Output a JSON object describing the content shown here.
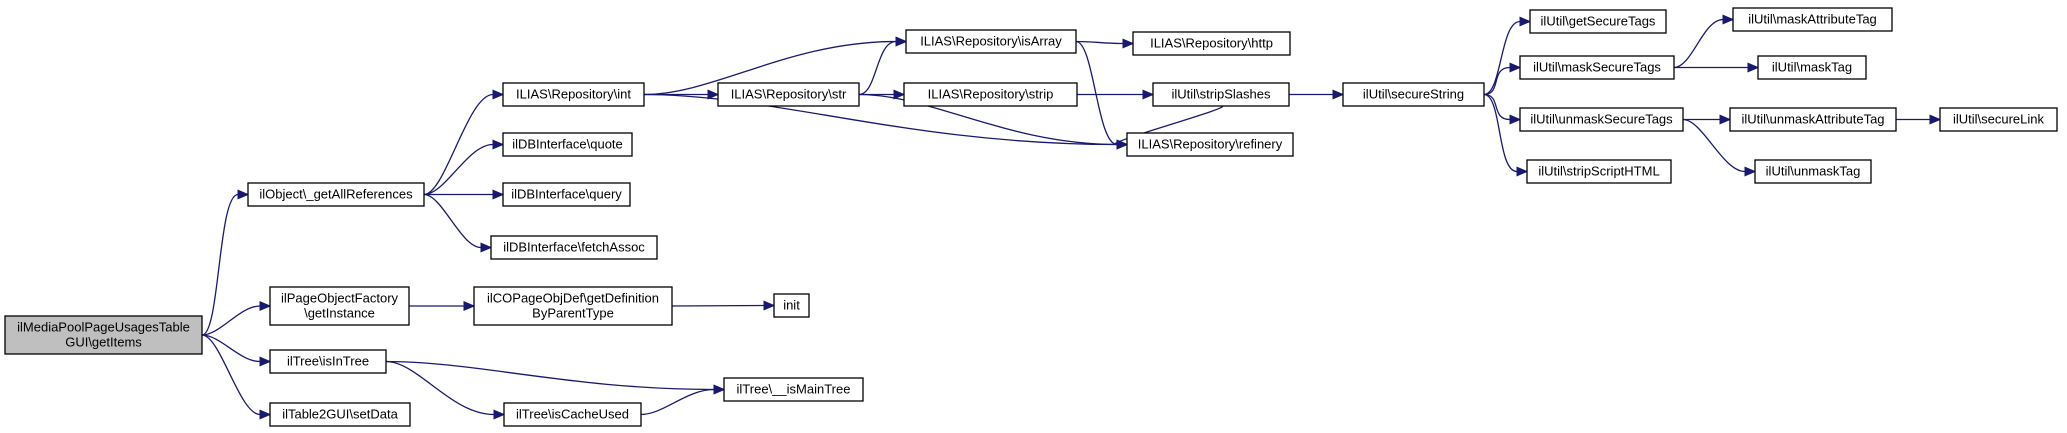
{
  "graph": {
    "nodes": [
      {
        "id": "root",
        "lines": [
          "ilMediaPoolPageUsagesTable",
          "GUI\\getItems"
        ],
        "root": true
      },
      {
        "id": "getAllRefs",
        "lines": [
          "ilObject\\_getAllReferences"
        ]
      },
      {
        "id": "pageObjFactory",
        "lines": [
          "ilPageObjectFactory",
          "\\getInstance"
        ]
      },
      {
        "id": "isInTree",
        "lines": [
          "ilTree\\isInTree"
        ]
      },
      {
        "id": "setData",
        "lines": [
          "ilTable2GUI\\setData"
        ]
      },
      {
        "id": "repoInt",
        "lines": [
          "ILIAS\\Repository\\int"
        ]
      },
      {
        "id": "dbQuote",
        "lines": [
          "ilDBInterface\\quote"
        ]
      },
      {
        "id": "dbQuery",
        "lines": [
          "ilDBInterface\\query"
        ]
      },
      {
        "id": "dbFetch",
        "lines": [
          "ilDBInterface\\fetchAssoc"
        ]
      },
      {
        "id": "getDef",
        "lines": [
          "ilCOPageObjDef\\getDefinition",
          "ByParentType"
        ]
      },
      {
        "id": "init",
        "lines": [
          "init"
        ]
      },
      {
        "id": "isCacheUsed",
        "lines": [
          "ilTree\\isCacheUsed"
        ]
      },
      {
        "id": "isMainTree",
        "lines": [
          "ilTree\\__isMainTree"
        ]
      },
      {
        "id": "repoStr",
        "lines": [
          "ILIAS\\Repository\\str"
        ]
      },
      {
        "id": "repoIsArray",
        "lines": [
          "ILIAS\\Repository\\isArray"
        ]
      },
      {
        "id": "repoStrip",
        "lines": [
          "ILIAS\\Repository\\strip"
        ]
      },
      {
        "id": "repoRefinery",
        "lines": [
          "ILIAS\\Repository\\refinery"
        ]
      },
      {
        "id": "repoHttp",
        "lines": [
          "ILIAS\\Repository\\http"
        ]
      },
      {
        "id": "stripSlashes",
        "lines": [
          "ilUtil\\stripSlashes"
        ]
      },
      {
        "id": "secureString",
        "lines": [
          "ilUtil\\secureString"
        ]
      },
      {
        "id": "getSecureTags",
        "lines": [
          "ilUtil\\getSecureTags"
        ]
      },
      {
        "id": "maskSecureTags",
        "lines": [
          "ilUtil\\maskSecureTags"
        ]
      },
      {
        "id": "unmaskSecureTags",
        "lines": [
          "ilUtil\\unmaskSecureTags"
        ]
      },
      {
        "id": "stripScriptHTML",
        "lines": [
          "ilUtil\\stripScriptHTML"
        ]
      },
      {
        "id": "maskAttributeTag",
        "lines": [
          "ilUtil\\maskAttributeTag"
        ]
      },
      {
        "id": "maskTag",
        "lines": [
          "ilUtil\\maskTag"
        ]
      },
      {
        "id": "unmaskAttributeTag",
        "lines": [
          "ilUtil\\unmaskAttributeTag"
        ]
      },
      {
        "id": "unmaskTag",
        "lines": [
          "ilUtil\\unmaskTag"
        ]
      },
      {
        "id": "secureLink",
        "lines": [
          "ilUtil\\secureLink"
        ]
      }
    ],
    "edges": [
      [
        "root",
        "getAllRefs"
      ],
      [
        "root",
        "pageObjFactory"
      ],
      [
        "root",
        "isInTree"
      ],
      [
        "root",
        "setData"
      ],
      [
        "getAllRefs",
        "repoInt"
      ],
      [
        "getAllRefs",
        "dbQuote"
      ],
      [
        "getAllRefs",
        "dbQuery"
      ],
      [
        "getAllRefs",
        "dbFetch"
      ],
      [
        "pageObjFactory",
        "getDef"
      ],
      [
        "getDef",
        "init"
      ],
      [
        "isInTree",
        "isMainTree"
      ],
      [
        "isInTree",
        "isCacheUsed"
      ],
      [
        "isCacheUsed",
        "isMainTree"
      ],
      [
        "repoInt",
        "repoIsArray"
      ],
      [
        "repoInt",
        "repoStr"
      ],
      [
        "repoInt",
        "repoRefinery"
      ],
      [
        "repoStr",
        "repoIsArray"
      ],
      [
        "repoStr",
        "repoStrip"
      ],
      [
        "repoStr",
        "repoRefinery"
      ],
      [
        "repoIsArray",
        "repoHttp"
      ],
      [
        "repoIsArray",
        "repoRefinery"
      ],
      [
        "repoStrip",
        "stripSlashes"
      ],
      [
        "stripSlashes",
        "repoRefinery"
      ],
      [
        "stripSlashes",
        "secureString"
      ],
      [
        "secureString",
        "getSecureTags"
      ],
      [
        "secureString",
        "maskSecureTags"
      ],
      [
        "secureString",
        "unmaskSecureTags"
      ],
      [
        "secureString",
        "stripScriptHTML"
      ],
      [
        "maskSecureTags",
        "maskAttributeTag"
      ],
      [
        "maskSecureTags",
        "maskTag"
      ],
      [
        "unmaskSecureTags",
        "unmaskAttributeTag"
      ],
      [
        "unmaskSecureTags",
        "unmaskTag"
      ],
      [
        "unmaskAttributeTag",
        "secureLink"
      ]
    ]
  }
}
